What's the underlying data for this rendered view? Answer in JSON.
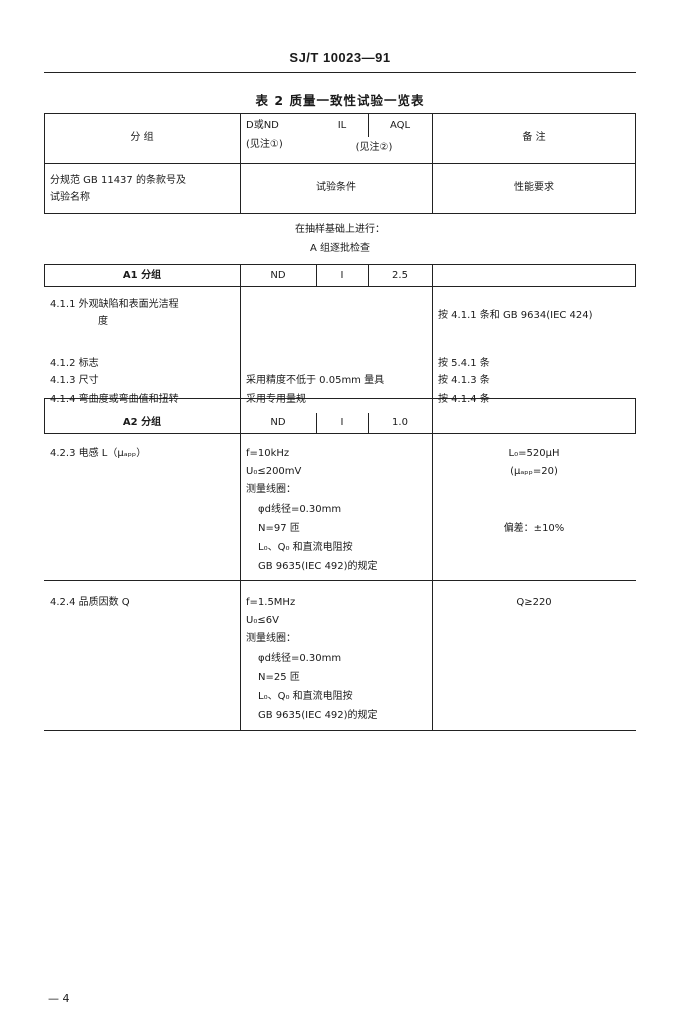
{
  "header": {
    "standard_number": "SJ/T 10023—91"
  },
  "table": {
    "title": "表 2  质量一致性试验一览表",
    "head": {
      "group": "分          组",
      "d_or_nd": "D或ND",
      "d_or_nd_note": "(见注①)",
      "il": "IL",
      "aql": "AQL",
      "il_aql_note": "(见注②)",
      "remarks": "备          注",
      "clause": "分规范 GB 11437 的条款号及",
      "clause_2": "试验名称",
      "conditions": "试验条件",
      "requirements": "性能要求"
    },
    "sampling_note_1": "在抽样基础上进行：",
    "sampling_note_2": "A 组逐批检查",
    "groups": [
      {
        "name": "A1 分组",
        "d_nd": "ND",
        "il": "Ⅰ",
        "aql": "2.5",
        "rows": [
          {
            "clause": "4.1.1  外观缺陷和表面光洁程",
            "clause_2": "度",
            "condition": "",
            "requirement": "按 4.1.1 条和 GB 9634(IEC 424)"
          },
          {
            "clause": "4.1.2  标志",
            "condition": "",
            "requirement": "按 5.4.1 条"
          },
          {
            "clause": "4.1.3  尺寸",
            "condition": "采用精度不低于 0.05mm 量具",
            "requirement": "按 4.1.3 条"
          },
          {
            "clause": "4.1.4  弯曲度或弯曲值和扭转",
            "condition": "采用专用量规",
            "requirement": "按 4.1.4 条"
          }
        ]
      },
      {
        "name": "A2 分组",
        "d_nd": "ND",
        "il": "Ⅰ",
        "aql": "1.0",
        "rows": [
          {
            "clause": "4.2.3  电感 L（μₐₚₚ）",
            "conditions": [
              "f=10kHz",
              "U₀≤200mV",
              "测量线圈：",
              "  φd线径=0.30mm",
              "  N=97 匝",
              "  L₀、Q₀ 和直流电阻按",
              "  GB 9635(IEC 492)的规定"
            ],
            "requirements": [
              "L₀=520μH",
              "(μₐₚₚ=20)",
              "",
              "",
              "偏差：±10%"
            ]
          },
          {
            "clause": "4.2.4  品质因数 Q",
            "conditions": [
              "f=1.5MHz",
              "U₀≤6V",
              "测量线圈：",
              "  φd线径=0.30mm",
              "  N=25 匝",
              "  L₀、Q₀ 和直流电阻按",
              "  GB 9635(IEC 492)的规定"
            ],
            "requirements": [
              "Q≥220"
            ]
          }
        ]
      }
    ]
  },
  "footer": {
    "page_number": "— 4"
  }
}
